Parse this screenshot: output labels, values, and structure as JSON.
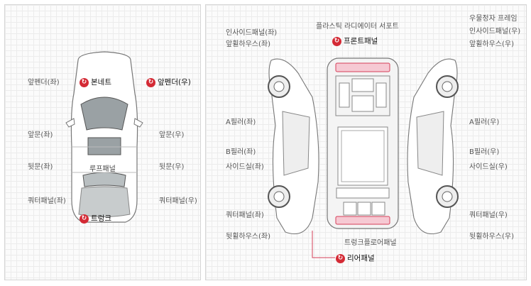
{
  "left": {
    "bonnet": "본네트",
    "front_fender_right": "앞펜더(우)",
    "trunk": "트렁크",
    "labels": {
      "front_fender_left": "앞펜더(좌)",
      "front_door_left": "앞문(좌)",
      "rear_door_left": "뒷문(좌)",
      "quarter_panel_left": "쿼터패널(좌)",
      "front_door_right": "앞문(우)",
      "rear_door_right": "뒷문(우)",
      "quarter_panel_right": "쿼터패널(우)",
      "roof_panel": "루프패널"
    }
  },
  "right": {
    "front_panel": "프론트패널",
    "rear_panel": "리어패널",
    "labels": {
      "radiator_support": "플라스틱 라디에이터 서포트",
      "inside_panel_left": "인사이드패널(좌)",
      "front_wheelhouse_left": "앞휠하우스(좌)",
      "a_pillar_left": "A필러(좌)",
      "b_pillar_left": "B필러(좌)",
      "side_sill_left": "사이드실(좌)",
      "quarter_panel_left": "쿼터패널(좌)",
      "rear_wheelhouse_left": "뒷휠하우스(좌)",
      "front_side_member": "우물정자 프레임",
      "inside_panel_right": "인사이드패널(우)",
      "front_wheelhouse_right": "앞휠하우스(우)",
      "a_pillar_right": "A필러(우)",
      "b_pillar_right": "B필러(우)",
      "side_sill_right": "사이드실(우)",
      "quarter_panel_right": "쿼터패널(우)",
      "rear_wheelhouse_right": "뒷휠하우스(우)",
      "trunk_floor_panel": "트렁크플로어패널"
    }
  },
  "colors": {
    "marker": "#d42a35",
    "highlight_fill": "#f6c9d3",
    "highlight_stroke": "#d6405a"
  },
  "marker_icon": "refresh-icon"
}
